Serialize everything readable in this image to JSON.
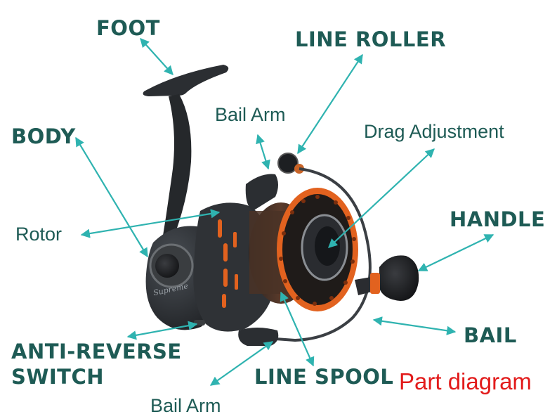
{
  "caption": "Part diagram",
  "labels": {
    "foot": "FOOT",
    "line_roller": "LINE ROLLER",
    "bail_arm_top": "Bail Arm",
    "drag_adjustment": "Drag Adjustment",
    "body": "BODY",
    "rotor": "Rotor",
    "handle": "HANDLE",
    "bail": "BAIL",
    "anti_reverse_1": "ANTI-REVERSE",
    "anti_reverse_2": "SWITCH",
    "line_spool": "LINE SPOOL",
    "bail_arm_bottom": "Bail Arm"
  },
  "reel_brand_text": "Supreme",
  "colors": {
    "label": "#1e5b55",
    "arrow": "#2fb3b0",
    "caption": "#e21b1b",
    "accent_orange": "#e2621f",
    "reel_body": "#26292c"
  }
}
